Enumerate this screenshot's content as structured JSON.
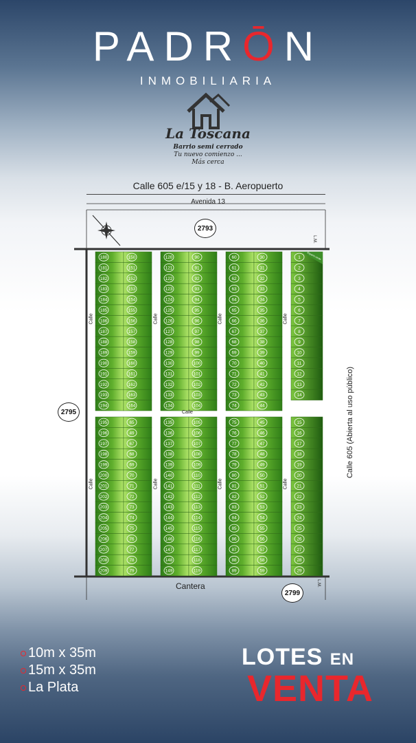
{
  "brand": {
    "name_part1": "PADR",
    "name_o": "Ō",
    "name_part2": "N",
    "subtitle": "INMOBILIARIA"
  },
  "project": {
    "name": "La Toscana",
    "tagline": [
      "Barrio semi cerrado",
      "Tu nuevo comienzo ...",
      "Más cerca"
    ]
  },
  "map": {
    "address": "Calle 605 e/15 y 18 - B. Aeropuerto",
    "top_street": "Avenida 13",
    "bottom_street": "Cantera",
    "middle_street": "Calle",
    "right_street": "Calle 605 (Abierta al uso público)",
    "vertical_street": "Calle",
    "lm_label": "L.M.",
    "corner_tag": "Espacio verde",
    "badges": {
      "top": "2793",
      "left": "2795",
      "bottom": "2799"
    },
    "blocks": [
      {
        "id": "top-1",
        "left": [
          "180",
          "181",
          "182",
          "183",
          "184",
          "185",
          "186",
          "187",
          "188",
          "189",
          "190",
          "191",
          "192",
          "193",
          "194"
        ],
        "right": [
          "150",
          "151",
          "152",
          "153",
          "154",
          "155",
          "156",
          "157",
          "158",
          "159",
          "160",
          "161",
          "162",
          "163",
          "164"
        ]
      },
      {
        "id": "top-2",
        "left": [
          "120",
          "121",
          "122",
          "123",
          "124",
          "125",
          "126",
          "127",
          "128",
          "129",
          "130",
          "131",
          "132",
          "133",
          "134"
        ],
        "right": [
          "90",
          "91",
          "92",
          "93",
          "94",
          "95",
          "96",
          "97",
          "98",
          "99",
          "100",
          "101",
          "102",
          "103",
          "104"
        ]
      },
      {
        "id": "top-3",
        "left": [
          "60",
          "61",
          "62",
          "63",
          "64",
          "65",
          "66",
          "67",
          "68",
          "69",
          "70",
          "71",
          "72",
          "73",
          "74"
        ],
        "right": [
          "30",
          "31",
          "32",
          "33",
          "34",
          "35",
          "36",
          "37",
          "38",
          "39",
          "40",
          "41",
          "42",
          "43",
          "44"
        ]
      },
      {
        "id": "top-4",
        "single": [
          "1",
          "2",
          "3",
          "4",
          "5",
          "6",
          "7",
          "8",
          "9",
          "10",
          "11",
          "12",
          "13",
          "14"
        ]
      },
      {
        "id": "bot-1",
        "left": [
          "195",
          "196",
          "197",
          "198",
          "199",
          "200",
          "201",
          "202",
          "203",
          "204",
          "205",
          "206",
          "207",
          "208",
          "209"
        ],
        "right": [
          "65",
          "49",
          "67",
          "68",
          "69",
          "70",
          "71",
          "72",
          "73",
          "74",
          "75",
          "76",
          "77",
          "78",
          "79"
        ]
      },
      {
        "id": "bot-2",
        "left": [
          "135",
          "136",
          "137",
          "138",
          "139",
          "140",
          "141",
          "142",
          "143",
          "144",
          "145",
          "146",
          "147",
          "148",
          "149"
        ],
        "right": [
          "105",
          "106",
          "107",
          "108",
          "109",
          "110",
          "111",
          "112",
          "113",
          "114",
          "115",
          "116",
          "117",
          "118",
          "119"
        ]
      },
      {
        "id": "bot-3",
        "left": [
          "75",
          "76",
          "77",
          "78",
          "79",
          "80",
          "81",
          "82",
          "83",
          "84",
          "85",
          "86",
          "87",
          "88",
          "89"
        ],
        "right": [
          "45",
          "46",
          "47",
          "48",
          "49",
          "50",
          "51",
          "52",
          "53",
          "54",
          "55",
          "56",
          "57",
          "58",
          "59"
        ]
      },
      {
        "id": "bot-4",
        "single": [
          "15",
          "16",
          "17",
          "18",
          "19",
          "20",
          "21",
          "22",
          "23",
          "24",
          "25",
          "26",
          "27",
          "28",
          "29"
        ]
      }
    ]
  },
  "features": [
    "10m x 35m",
    "15m x 35m",
    "La Plata"
  ],
  "cta": {
    "line1_big": "LOTES",
    "line1_small": "EN",
    "line2": "VENTA"
  },
  "colors": {
    "accent": "#e8272d",
    "lot_green": "#3a8a1e",
    "lot_light": "#a8e05a"
  }
}
